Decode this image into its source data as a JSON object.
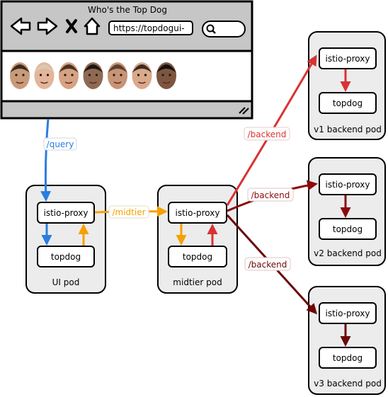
{
  "window": {
    "title": "Who's the Top Dog",
    "url": "https://topdogui-",
    "faces_count": 7
  },
  "pods": {
    "ui": {
      "label": "UI pod",
      "proxy": "istio-proxy",
      "app": "topdog"
    },
    "midtier": {
      "label": "midtier pod",
      "proxy": "istio-proxy",
      "app": "topdog"
    },
    "v1": {
      "label": "v1 backend pod",
      "proxy": "istio-proxy",
      "app": "topdog"
    },
    "v2": {
      "label": "v2 backend pod",
      "proxy": "istio-proxy",
      "app": "topdog"
    },
    "v3": {
      "label": "v3 backend pod",
      "proxy": "istio-proxy",
      "app": "topdog"
    }
  },
  "edges": {
    "query": "/query",
    "midtier": "/midtier",
    "backend_v1": "/backend",
    "backend_v2": "/backend",
    "backend_v3": "/backend"
  },
  "colors": {
    "query": "#2b7de0",
    "midtier": "#f5a100",
    "backend_v1": "#d93232",
    "backend_v2": "#8b0a0a",
    "backend_v3": "#6b0808",
    "pod_fill": "#ececec",
    "chrome": "#c6c6c6"
  }
}
